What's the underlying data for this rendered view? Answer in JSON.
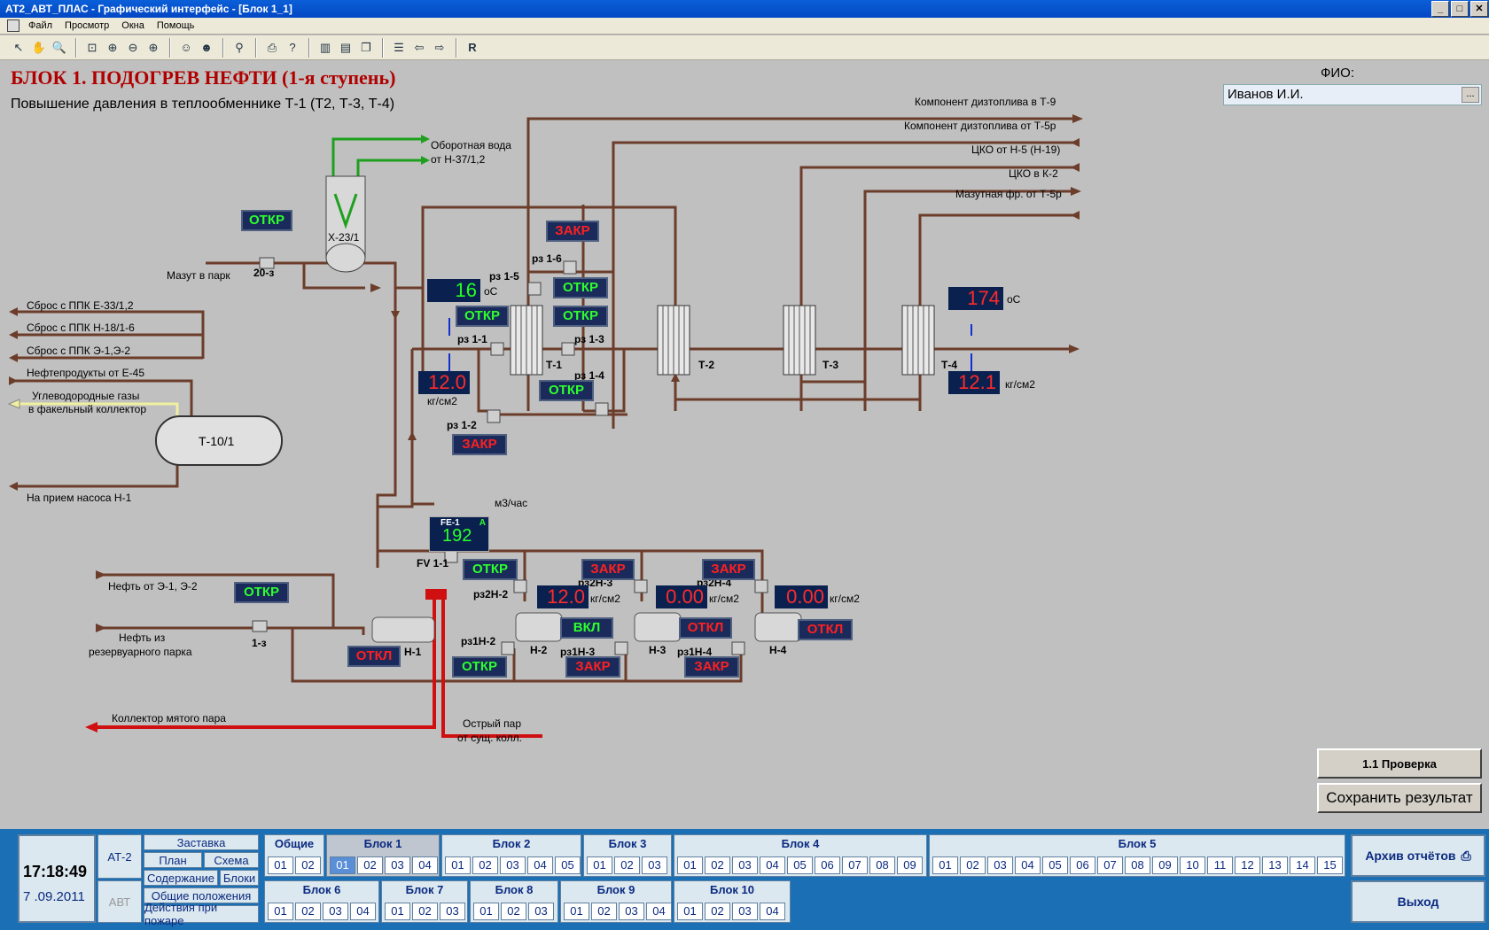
{
  "window": {
    "title": "АТ2_АВТ_ПЛАС - Графический интерфейс - [Блок 1_1]"
  },
  "menu": [
    "Файл",
    "Просмотр",
    "Окна",
    "Помощь"
  ],
  "header": {
    "title": "БЛОК 1. ПОДОГРЕВ НЕФТИ (1-я ступень)",
    "subtitle": "Повышение давления в теплообменнике Т-1 (Т2, Т-3, Т-4)",
    "fio_label": "ФИО:",
    "fio_value": "Иванов И.И.",
    "fio_browse": "..."
  },
  "labels": {
    "to_t9": "Компонент дизтоплива в Т-9",
    "from_t5r": "Компонент дизтоплива от Т-5р",
    "cko_from": "ЦКО от Н-5 (Н-19)",
    "cko_to": "ЦКО в К-2",
    "mazut_fr": "Мазутная фр. от Т-5р",
    "water1": "Оборотная вода",
    "water2": "от Н-37/1,2",
    "x23": "Х-23/1",
    "mazut_park": "Мазут в парк",
    "v20": "20-з",
    "sbros1": "Сброс с ППК Е-33/1,2",
    "sbros2": "Сброс с ППК Н-18/1-6",
    "sbros3": "Сброс с ППК Э-1,Э-2",
    "neft_e45": "Нефтепродукты от Е-45",
    "gas1": "Углеводородные газы",
    "gas2": "в факельный коллектор",
    "t10": "Т-10/1",
    "priem": "На прием насоса Н-1",
    "rz15": "рз 1-5",
    "rz16": "рз 1-6",
    "rz11": "рз 1-1",
    "rz13": "рз 1-3",
    "rz14": "рз 1-4",
    "rz12": "рз 1-2",
    "t1": "Т-1",
    "t2": "Т-2",
    "t3": "Т-3",
    "t4": "Т-4",
    "unit_c1": "oC",
    "unit_c2": "oC",
    "unit_kg1": "кг/см2",
    "unit_kg2": "кг/см2",
    "fe1": "FE-1",
    "fe_a": "A",
    "m3": "м3/час",
    "fv11": "FV 1-1",
    "neft_e1": "Нефть от Э-1, Э-2",
    "neft_rez1": "Нефть из",
    "neft_rez2": "резервуарного парка",
    "v1": "1-з",
    "h1": "Н-1",
    "rz2h2": "рз2Н-2",
    "rz2h3": "рз2Н-3",
    "rz2h4": "рз2Н-4",
    "rz1h2": "рз1Н-2",
    "rz1h3": "рз1Н-3",
    "rz1h4": "рз1Н-4",
    "h2": "Н-2",
    "h3": "Н-3",
    "h4": "Н-4",
    "kg_h2": "кг/см2",
    "kg_h3": "кг/см2",
    "kg_h4": "кг/см2",
    "kollektor": "Коллектор мятого пара",
    "ostr1": "Острый пар",
    "ostr2": "от сущ. колл."
  },
  "status": {
    "s20": "ОТКР",
    "rz16": "ЗАКР",
    "rz15": "ОТКР",
    "rz11": "ОТКР",
    "rz13": "ОТКР",
    "rz14": "ОТКР",
    "rz12": "ЗАКР",
    "fv11": "ОТКР",
    "rz2h3": "ЗАКР",
    "rz2h4": "ЗАКР",
    "v1": "ОТКР",
    "h2": "ВКЛ",
    "h3": "ОТКЛ",
    "h4": "ОТКЛ",
    "h1": "ОТКЛ",
    "rz1h2": "ОТКР",
    "rz1h3": "ЗАКР",
    "rz1h4": "ЗАКР"
  },
  "values": {
    "temp_t1": "16",
    "temp_t4": "174",
    "press_t1": "12.0",
    "press_t4": "12.1",
    "flow_fe1": "192",
    "press_h2": "12.0",
    "press_h3": "0.00",
    "press_h4": "0.00"
  },
  "side": {
    "check": "1.1 Проверка",
    "save": "Сохранить результат"
  },
  "bottom": {
    "time": "17:18:49",
    "date": "7 .09.2011",
    "at2": "АТ-2",
    "avt": "АВТ",
    "nav": [
      "Заставка",
      "План",
      "Схема",
      "Содержание",
      "Блоки",
      "Общие положения",
      "Действия при пожаре"
    ],
    "groups_top": [
      {
        "title": "Общие",
        "items": [
          "01",
          "02"
        ]
      },
      {
        "title": "Блок 1",
        "items": [
          "01",
          "02",
          "03",
          "04"
        ]
      },
      {
        "title": "Блок 2",
        "items": [
          "01",
          "02",
          "03",
          "04",
          "05"
        ]
      },
      {
        "title": "Блок 3",
        "items": [
          "01",
          "02",
          "03"
        ]
      },
      {
        "title": "Блок 4",
        "items": [
          "01",
          "02",
          "03",
          "04",
          "05",
          "06",
          "07",
          "08",
          "09"
        ]
      },
      {
        "title": "Блок 5",
        "items": [
          "01",
          "02",
          "03",
          "04",
          "05",
          "06",
          "07",
          "08",
          "09",
          "10",
          "11",
          "12",
          "13",
          "14",
          "15"
        ]
      }
    ],
    "groups_bot": [
      {
        "title": "Блок 6",
        "items": [
          "01",
          "02",
          "03",
          "04"
        ]
      },
      {
        "title": "Блок 7",
        "items": [
          "01",
          "02",
          "03"
        ]
      },
      {
        "title": "Блок 8",
        "items": [
          "01",
          "02",
          "03"
        ]
      },
      {
        "title": "Блок 9",
        "items": [
          "01",
          "02",
          "03",
          "04"
        ]
      },
      {
        "title": "Блок 10",
        "items": [
          "01",
          "02",
          "03",
          "04"
        ]
      }
    ],
    "archive": "Архив отчётов",
    "exit": "Выход"
  }
}
